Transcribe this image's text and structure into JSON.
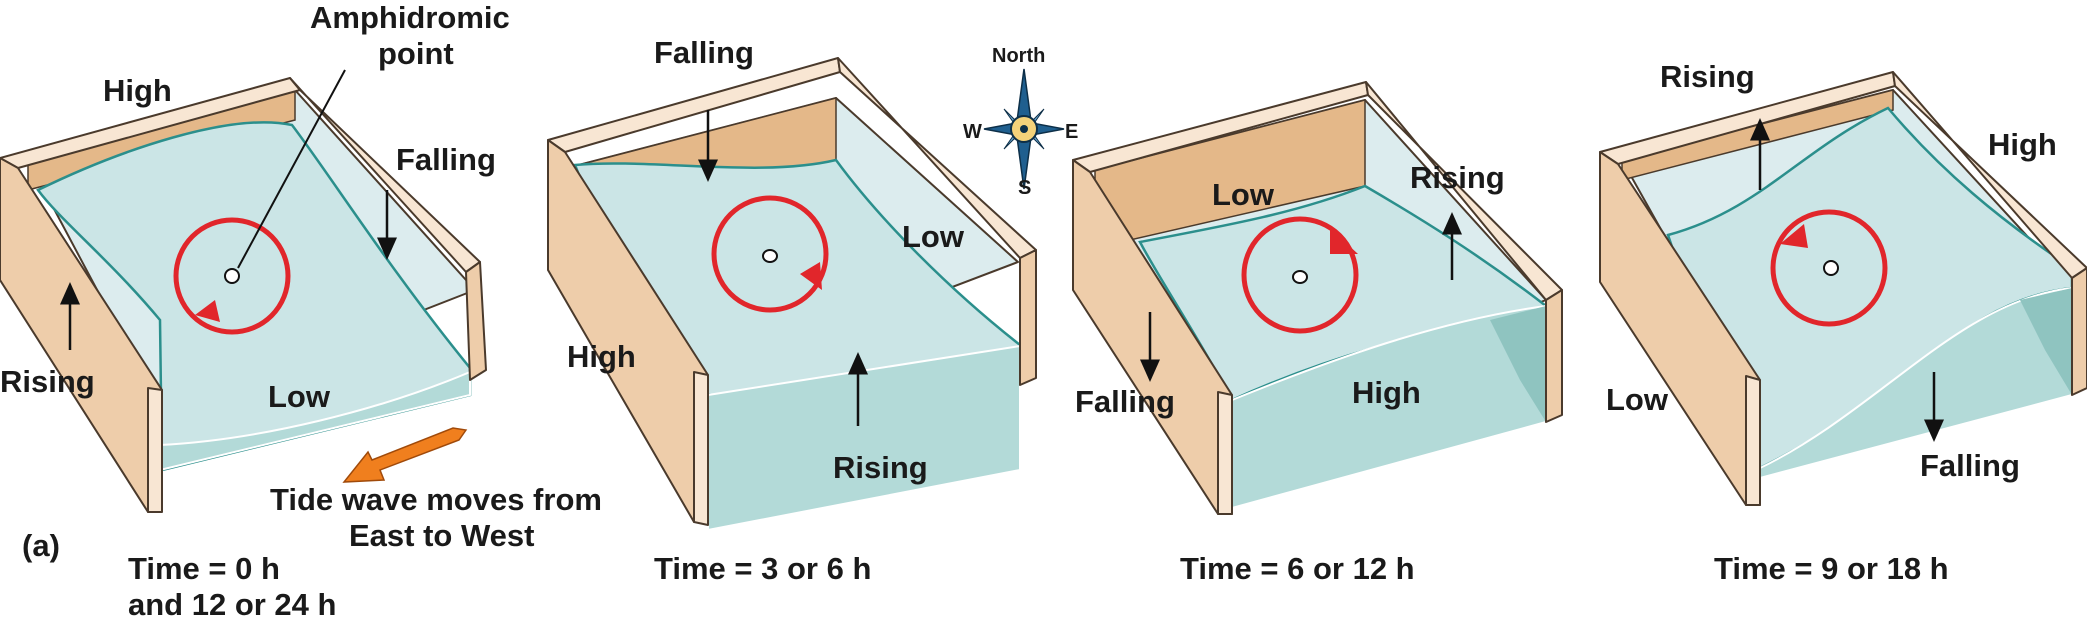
{
  "panel_label": "(a)",
  "annotation": {
    "amphidromic_line1": "Amphidromic",
    "amphidromic_line2": "point",
    "tide_line1": "Tide wave moves from",
    "tide_line2": "East to West"
  },
  "compass": {
    "north": "North",
    "south": "S",
    "east": "E",
    "west": "W"
  },
  "panels": [
    {
      "time_line1": "Time = 0 h",
      "time_line2": "and 12 or 24 h",
      "labels": {
        "top": "High",
        "right": "Falling",
        "left": "Rising",
        "bottom": "Low"
      }
    },
    {
      "time_line1": "Time = 3 or 6 h",
      "labels": {
        "top": "Falling",
        "right": "Low",
        "left": "High",
        "bottom": "Rising"
      }
    },
    {
      "time_line1": "Time = 6 or 12 h",
      "labels": {
        "top": "Low",
        "right": "Rising",
        "left": "Falling",
        "bottom": "High"
      }
    },
    {
      "time_line1": "Time = 9 or 18 h",
      "labels": {
        "top": "Rising",
        "right": "High",
        "left": "Low",
        "bottom": "Falling"
      }
    }
  ],
  "colors": {
    "water": "#cbe5e6",
    "wall": "#eecdaa",
    "rotation_arrow": "#e1262b",
    "tide_arrow": "#f07f1e",
    "compass": "#1f5f8f"
  }
}
